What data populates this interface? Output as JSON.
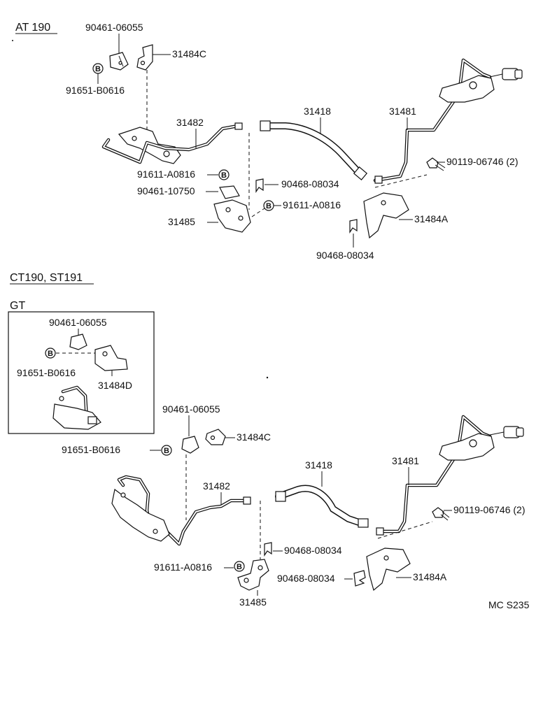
{
  "sections": {
    "at190": "AT 190",
    "ct190": "CT190, ST191",
    "gt": "GT"
  },
  "bolt_symbol": "B",
  "labels": {
    "a_90461_06055": "90461-06055",
    "a_31484c": "31484C",
    "a_91651_b0616": "91651-B0616",
    "a_31482": "31482",
    "a_31418": "31418",
    "a_31481": "31481",
    "a_90119_06746": "90119-06746 (2)",
    "a_91611_a0816": "91611-A0816",
    "a_90461_10750": "90461-10750",
    "a_90468_08034": "90468-08034",
    "a_31485": "31485",
    "a_91611_a0816_b": "91611-A0816",
    "a_31484a": "31484A",
    "a_90468_08034_b": "90468-08034",
    "g_90461_06055": "90461-06055",
    "g_91651_b0616": "91651-B0616",
    "g_31484d": "31484D",
    "c_90461_06055": "90461-06055",
    "c_31484c": "31484C",
    "c_91651_b0616": "91651-B0616",
    "c_31418": "31418",
    "c_31481": "31481",
    "c_31482": "31482",
    "c_90119_06746": "90119-06746 (2)",
    "c_90468_08034": "90468-08034",
    "c_91611_a0816": "91611-A0816",
    "c_90468_08034_b": "90468-08034",
    "c_31484a": "31484A",
    "c_31485": "31485"
  },
  "footer_code": "MC S235"
}
